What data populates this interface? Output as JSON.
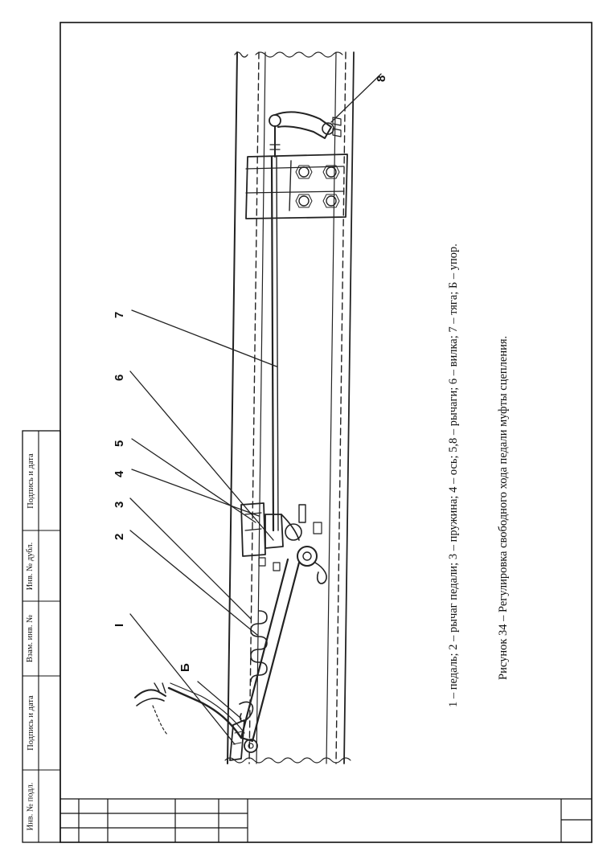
{
  "side_stamp": {
    "inv_podl": "Инв. № подл.",
    "podpis_data_1": "Подпись и дата",
    "vzam_inv": "Взам. инв. №",
    "inv_dubl": "Инв. № дубл.",
    "podpis_data_2": "Подпись и дата"
  },
  "figure": {
    "legend": "1 – педаль; 2 – рычаг педали; 3 – пружина; 4 – ось; 5,8 – рычаги; 6 – вилка; 7 – тяга; Б – упор.",
    "title": "Рисунок 34 – Регулировка свободного хода педали муфты сцепления.",
    "callouts": {
      "n1": "I",
      "n2": "2",
      "n3": "3",
      "n4": "4",
      "n5": "5",
      "n6": "6",
      "n7": "7",
      "n8": "8",
      "b": "Б"
    }
  }
}
